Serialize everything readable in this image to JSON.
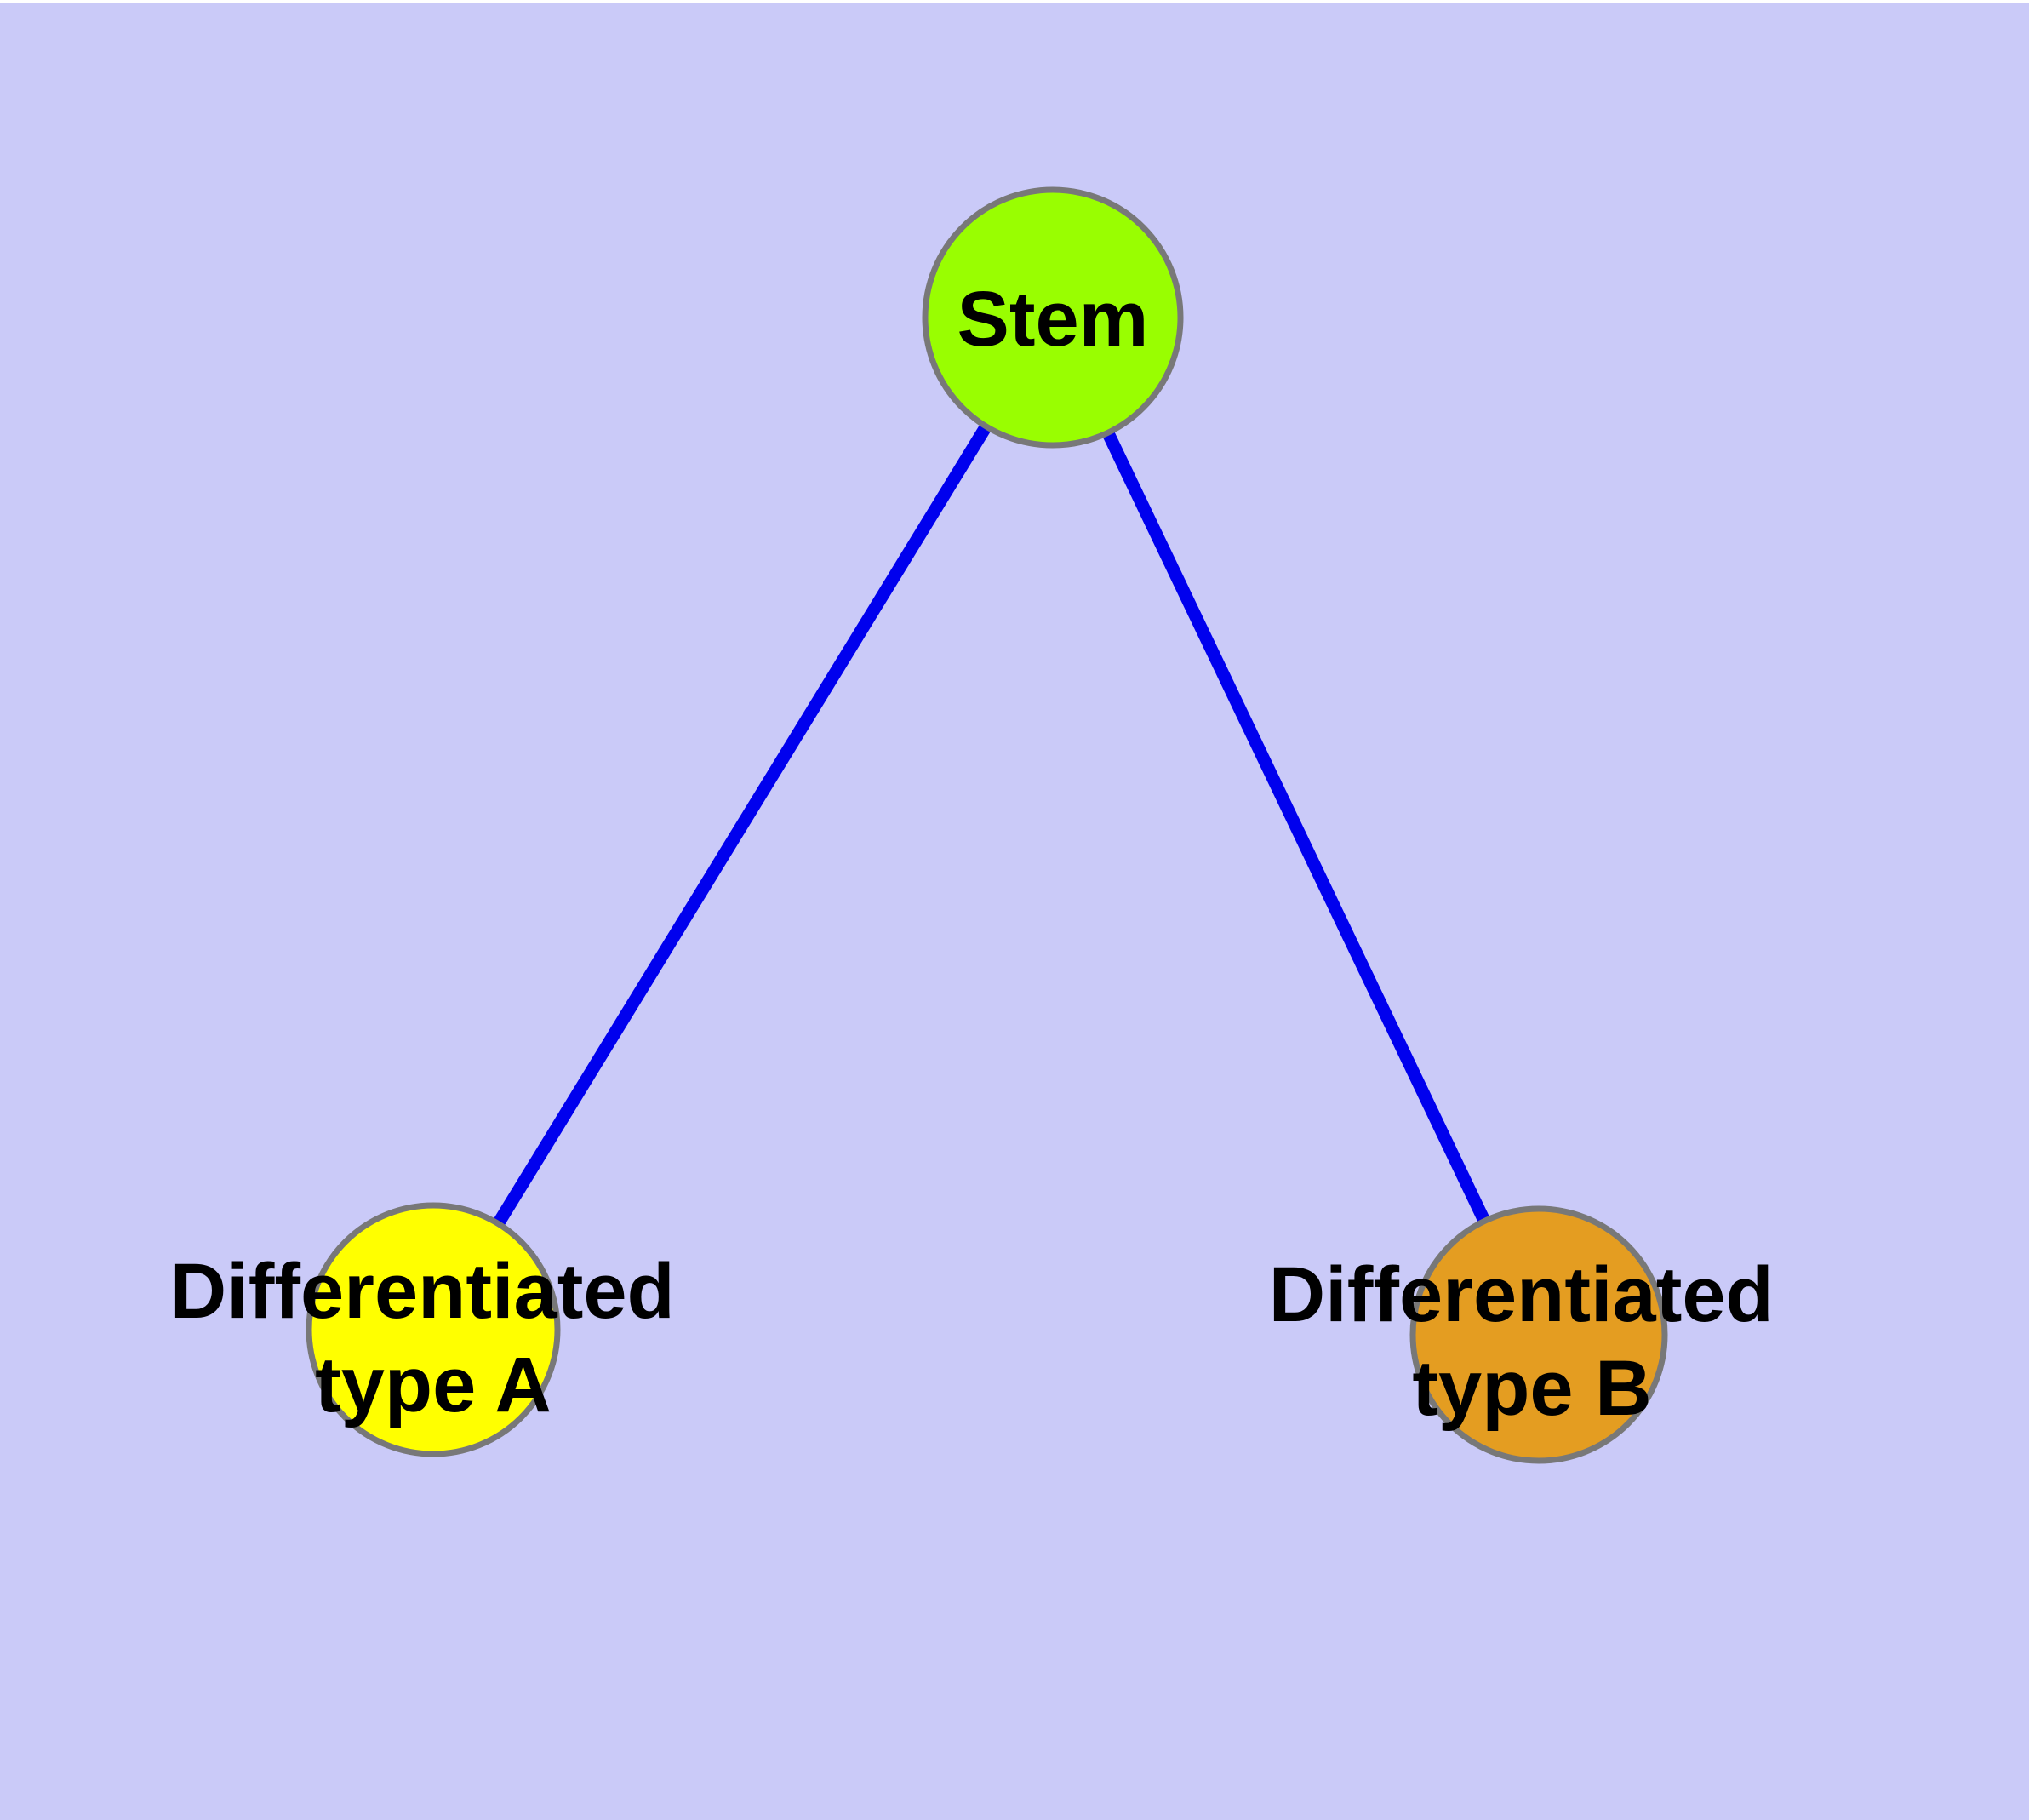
{
  "diagram": {
    "background_color": "#CACAF8",
    "top_border_color": "#FFFFFF",
    "edge_color": "#0000EE",
    "node_border_color": "#787878",
    "label_color": "#000000",
    "nodes": {
      "stem": {
        "label": "Stem",
        "fill": "#99FE01"
      },
      "type_a": {
        "label_line1": "Differentiated",
        "label_line2": "type A",
        "fill": "#FFFF00"
      },
      "type_b": {
        "label_line1": "Differentiated",
        "label_line2": "type B",
        "fill": "#E49D21"
      }
    },
    "edges": [
      {
        "from": "Stem",
        "to": "Differentiated type A"
      },
      {
        "from": "Stem",
        "to": "Differentiated type B"
      }
    ]
  }
}
